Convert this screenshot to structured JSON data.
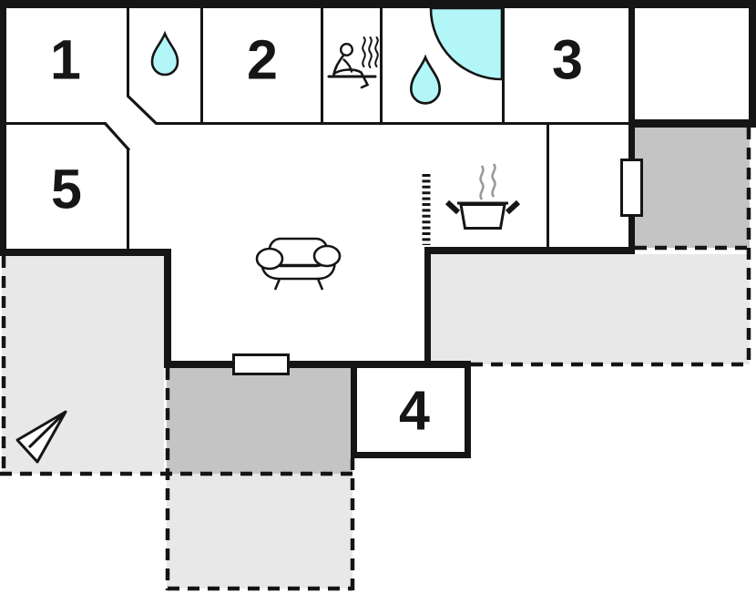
{
  "title": "Holiday home floor plan",
  "colors": {
    "wall": "#151515",
    "water_cyan": "#b3f6f8",
    "terrace_light": "#e8e8e8",
    "terrace_dark": "#c4c4c4",
    "steam_gray": "#9a9a9a",
    "background": "#ffffff"
  },
  "rooms": [
    {
      "name": "room-1",
      "label": "1"
    },
    {
      "name": "bathroom",
      "label": "",
      "icon": "water-drop-icon"
    },
    {
      "name": "room-2",
      "label": "2"
    },
    {
      "name": "sauna",
      "label": "",
      "icon": "sauna-icon"
    },
    {
      "name": "shower-room",
      "label": "",
      "icon": "water-drop-icon, shower-corner-icon"
    },
    {
      "name": "room-3",
      "label": "3"
    },
    {
      "name": "storage-room",
      "label": ""
    },
    {
      "name": "room-5",
      "label": "5"
    },
    {
      "name": "living-room",
      "label": "",
      "icon": "sofa-icon"
    },
    {
      "name": "kitchen",
      "label": "",
      "icon": "cooking-pot-icon"
    },
    {
      "name": "entrance-hall",
      "label": ""
    },
    {
      "name": "room-4",
      "label": "4"
    }
  ],
  "features": {
    "windows": 2,
    "terraces": 5,
    "north_arrow": "north-arrow-icon",
    "door_openings": "diagonal wall openings between rooms 1/5 and hallway"
  }
}
